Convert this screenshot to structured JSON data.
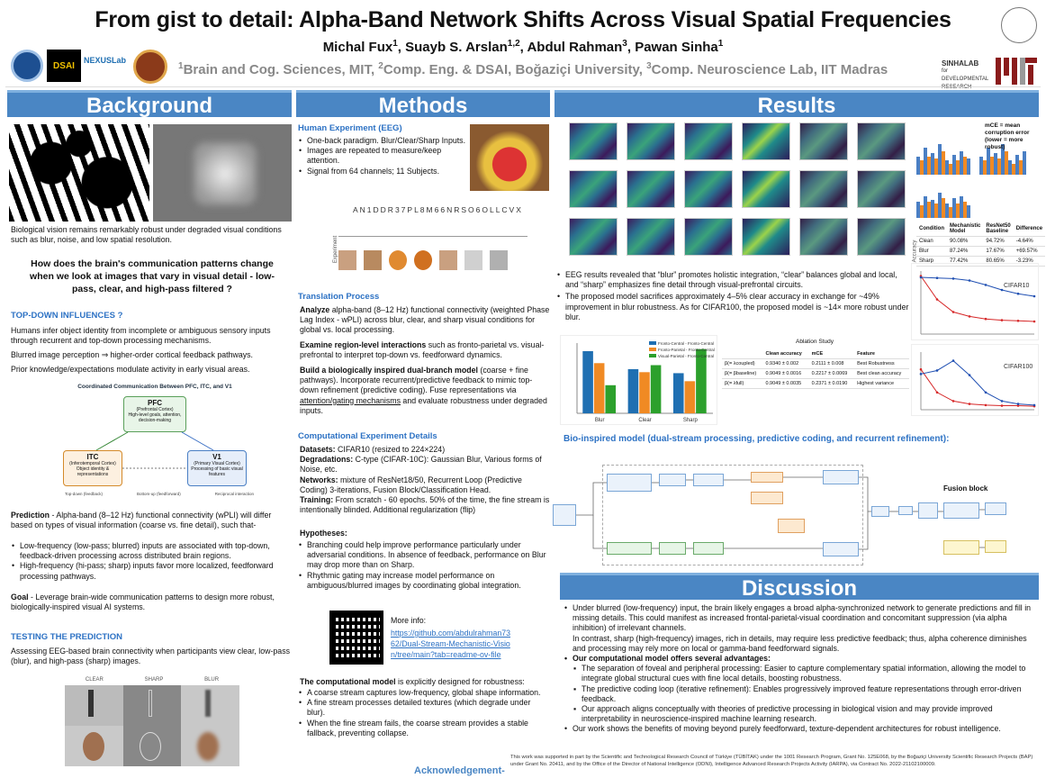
{
  "header": {
    "title": "From gist to detail: Alpha-Band Network Shifts Across Visual Spatial Frequencies",
    "authors": [
      {
        "name": "Michal Fux",
        "sup": "1"
      },
      {
        "name": "Suayb S. Arslan",
        "sup": "1,2"
      },
      {
        "name": "Abdul Rahman",
        "sup": "3"
      },
      {
        "name": "Pawan Sinha",
        "sup": "1"
      }
    ],
    "affiliations": [
      {
        "sup": "1",
        "text": "Brain and Cog. Sciences,  MIT, "
      },
      {
        "sup": "2",
        "text": "Comp. Eng. & DSAI, Boğaziçi University, "
      },
      {
        "sup": "3",
        "text": "Comp. Neuroscience Lab, IIT Madras"
      }
    ],
    "logos": [
      "DSAI",
      "NEXUSLab",
      "SINHALAB",
      "for DEVELOPMENTAL",
      "RESEARCH"
    ]
  },
  "background": {
    "banner": "Background",
    "intro": "Biological vision remains remarkably robust under degraded visual conditions such as blur, noise, and low spatial resolution.",
    "question": "How does the brain's communication patterns change when we look at images that vary in visual detail - low-pass, clear, and high-pass filtered ?",
    "topdown_head": "TOP-DOWN INFLUENCES ?",
    "topdown_p1": "Humans infer object identity from incomplete or ambiguous sensory inputs through recurrent and top-down processing mechanisms.",
    "topdown_p2": "Blurred image perception ⇒ higher-order cortical feedback pathways.",
    "topdown_p3": "Prior knowledge/expectations modulate activity in early visual areas.",
    "diagram": {
      "title": "Coordinated Communication Between PFC, ITC, and V1",
      "pfc": "PFC",
      "pfc_sub": "(Prefrontal Cortex)",
      "pfc_desc": "High-level goals, attention, decision-making",
      "itc": "ITC",
      "itc_sub": "(Inferotemporal Cortex)",
      "itc_desc": "Object identity & representations",
      "v1": "V1",
      "v1_sub": "(Primary Visual Cortex)",
      "v1_desc": "Processing of basic visual features",
      "legend": [
        "Top-down (feedback)",
        "Bottom-up (feedforward)",
        "Reciprocal interaction"
      ]
    },
    "prediction_lead": "Prediction",
    "prediction": " - Alpha-band (8–12 Hz) functional connectivity (wPLI) will differ based on types of visual information (coarse vs. fine detail), such that-",
    "prediction_bullets": [
      "Low-frequency (low-pass; blurred) inputs are associated with top-down, feedback-driven processing across distributed brain regions.",
      "High-frequency (hi-pass; sharp) inputs favor more localized, feedforward processing pathways."
    ],
    "goal_lead": "Goal",
    "goal": " - Leverage brain-wide communication patterns to design more robust, biologically-inspired visual AI systems.",
    "testing_head": "TESTING THE PREDICTION",
    "testing": "Assessing EEG-based brain connectivity when participants view clear, low-pass (blur), and high-pass (sharp) images.",
    "stim_labels": [
      "CLEAR",
      "SHARP",
      "BLUR"
    ]
  },
  "methods": {
    "banner": "Methods",
    "human_head": "Human Experiment (EEG)",
    "human_bullets": [
      "One-back paradigm. Blur/Clear/Sharp Inputs.",
      "Images are repeated to measure/keep attention.",
      "Signal from 64 channels; 11 Subjects."
    ],
    "sequence": "AN1DDR37PL8M66NRSO6OLLCVX",
    "axis_label": "Experiment",
    "translation_head": "Translation Process",
    "t1_lead": "Analyze",
    "t1": " alpha-band (8–12 Hz) functional connectivity (weighted Phase Lag Index - wPLI) across blur, clear, and sharp visual conditions for global vs. local processing.",
    "t2_lead": "Examine region-level interactions",
    "t2": " such as fronto-parietal vs. visual-prefrontal to interpret top-down vs. feedforward dynamics.",
    "t3_lead": "Build a biologically inspired dual-branch model",
    "t3": " (coarse + fine pathways). Incorporate recurrent/predictive feedback to mimic top-down refinement (predictive coding). Fuse representations via ",
    "t3_link": "attention/gating mechanisms",
    "t3_end": " and evaluate robustness under degraded inputs.",
    "comp_head": "Computational Experiment Details",
    "details": [
      {
        "lead": "Datasets:",
        "text": " CIFAR10 (resized to 224×224)"
      },
      {
        "lead": "Degradations:",
        "text": " C-type (CIFAR-10C): Gaussian Blur, Various forms of Noise, etc."
      },
      {
        "lead": "Networks:",
        "text": " mixture of ResNet18/50, Recurrent Loop (Predictive Coding) 3-iterations, Fusion Block/Classification Head."
      },
      {
        "lead": "Training:",
        "text": " From scratch - 60 epochs. 50% of the time, the fine stream is intentionally blinded. Additional regularization (flip)"
      }
    ],
    "hyp_head": "Hypotheses:",
    "hyp_bullets": [
      "Branching could help improve performance particularly under adversarial conditions. In absence of  feedback, performance on Blur may drop more than on Sharp.",
      "Rhythmic gating may increase model performance on ambiguous/blurred images by coordinating global integration."
    ],
    "more_info": "More info:",
    "link": "https://github.com/abdulrahman7362/Dual-Stream-Mechanistic-Vision/tree/main?tab=readme-ov-file",
    "link_lines": [
      "https://github.com/abdulrahman73",
      "62/Dual-Stream-Mechanistic-Visio",
      "n/tree/main?tab=readme-ov-file"
    ],
    "model_lead": "The computational model",
    "model_text": " is explicitly designed for robustness:",
    "model_bullets": [
      "A coarse stream captures low-frequency, global shape information.",
      "A fine stream processes detailed textures (which degrade under blur).",
      "When the fine stream fails, the coarse stream provides a stable fallback, preventing collapse."
    ]
  },
  "results": {
    "banner": "Results",
    "bar_legend": "mCE = mean corruption error (lower = more robust)",
    "acc_table": {
      "headers": [
        "Condition",
        "Mechanistic Model",
        "ResNet50 Baseline",
        "Difference"
      ],
      "rows": [
        [
          "Clean",
          "90.08%",
          "94.72%",
          "-4.64%"
        ],
        [
          "Blur",
          "87.24%",
          "17.67%",
          "+69.57%"
        ],
        [
          "Sharp",
          "77.42%",
          "80.65%",
          "-3.23%"
        ]
      ],
      "ylabel": "Accuracy"
    },
    "bullets": [
      "EEG results revealed that “blur” promotes holistic integration, “clear” balances global and local, and “sharp” emphasizes fine detail through visual-prefrontal circuits.",
      "The proposed model sacrifices approximately 4–5% clear accuracy in exchange for ~49% improvement in blur robustness. As for CIFAR100, the proposed model is ~14× more robust under blur."
    ],
    "line1_label": "CIFAR10",
    "line2_label": "CIFAR100",
    "ablation": {
      "title": "Ablation Study",
      "headers": [
        "",
        "Clean accuracy",
        "mCE",
        "Feature"
      ],
      "rows": [
        [
          "β(= λcoupled)",
          "0.9340 ± 0.002",
          "0.2111 ± 0.008",
          "Best Robustness"
        ],
        [
          "β(= βbaseline)",
          "0.9049 ± 0.0016",
          "0.2217 ± 0.0069",
          "Best clean accuracy"
        ],
        [
          "β(= λfull)",
          "0.9049 ± 0.0035",
          "0.2371 ± 0.0190",
          "Highest variance"
        ]
      ]
    },
    "model_title": "Bio-inspired model (dual-stream processing, predictive coding, and recurrent refinement):",
    "fusion_label": "Fusion block"
  },
  "discussion": {
    "banner": "Discussion",
    "b1": "Under blurred (low-frequency) input, the brain likely engages a broad alpha-synchronized network to generate predictions and fill in missing details. This could manifest as increased frontal-parietal-visual coordination and concomitant suppression (via alpha inhibition) of irrelevant channels.",
    "b1_cont": "In contrast, sharp (high-frequency) images, rich in details, may require less predictive feedback; thus, alpha coherence diminishes and processing may rely more on local or gamma-band feedforward signals.",
    "b2": "Our computational model offers several advantages:",
    "sub": [
      "The separation of foveal and peripheral processing: Easier to capture complementary spatial information, allowing the model to integrate global structural cues with fine local details, boosting robustness.",
      "The predictive coding loop (iterative refinement): Enables progressively improved feature representations through error-driven feedback.",
      "Our approach aligns conceptually with theories of predictive processing in biological vision and may provide improved interpretability in neuroscience-inspired machine learning research."
    ],
    "b3": "Our work shows the benefits of moving beyond purely feedforward, texture-dependent architectures for robust intelligence."
  },
  "ack": {
    "label": "Acknowledgement-",
    "text": "This work was supported in part by the Scientific and Technological Research Council of Türkiye (TÜBİTAK) under the 1001 Research Program, Grant No. 125E068, by the Boğaziçi University Scientific Research Projects (BAP) under Grant No. 20411, and by the Office of the Director of National Intelligence (ODNI), Intelligence Advanced Research Projects Activity (IARPA), via Contract No. 2022-21102100009."
  },
  "chart_data": [
    {
      "type": "bar",
      "title": "",
      "categories": [
        "Blur",
        "Clear",
        "Sharp"
      ],
      "series": [
        {
          "name": "Fronto-Central - Fronto-Central",
          "values": [
            0.62,
            0.44,
            0.4
          ]
        },
        {
          "name": "Fronto-Parietal - Fronto-Central",
          "values": [
            0.5,
            0.41,
            0.32
          ]
        },
        {
          "name": "Visual-Parietal - Fronto-Central",
          "values": [
            0.28,
            0.48,
            0.64
          ]
        }
      ],
      "colors": [
        "#1f6fb2",
        "#f08a24",
        "#2ca02c"
      ]
    },
    {
      "type": "line",
      "title": "CIFAR10",
      "series": [
        {
          "name": "Baseline",
          "color": "#d62728",
          "values": [
            0.92,
            0.55,
            0.35,
            0.28,
            0.24,
            0.22,
            0.21,
            0.2
          ]
        },
        {
          "name": "Proposed",
          "color": "#1f4fb2",
          "values": [
            0.9,
            0.89,
            0.88,
            0.85,
            0.78,
            0.7,
            0.64,
            0.6
          ]
        }
      ]
    },
    {
      "type": "line",
      "title": "CIFAR100",
      "series": [
        {
          "name": "Baseline",
          "color": "#d62728",
          "values": [
            0.7,
            0.3,
            0.15,
            0.1,
            0.08,
            0.07,
            0.07,
            0.06
          ]
        },
        {
          "name": "Proposed",
          "color": "#1f4fb2",
          "values": [
            0.62,
            0.68,
            0.85,
            0.6,
            0.3,
            0.15,
            0.1,
            0.08
          ]
        }
      ]
    }
  ]
}
